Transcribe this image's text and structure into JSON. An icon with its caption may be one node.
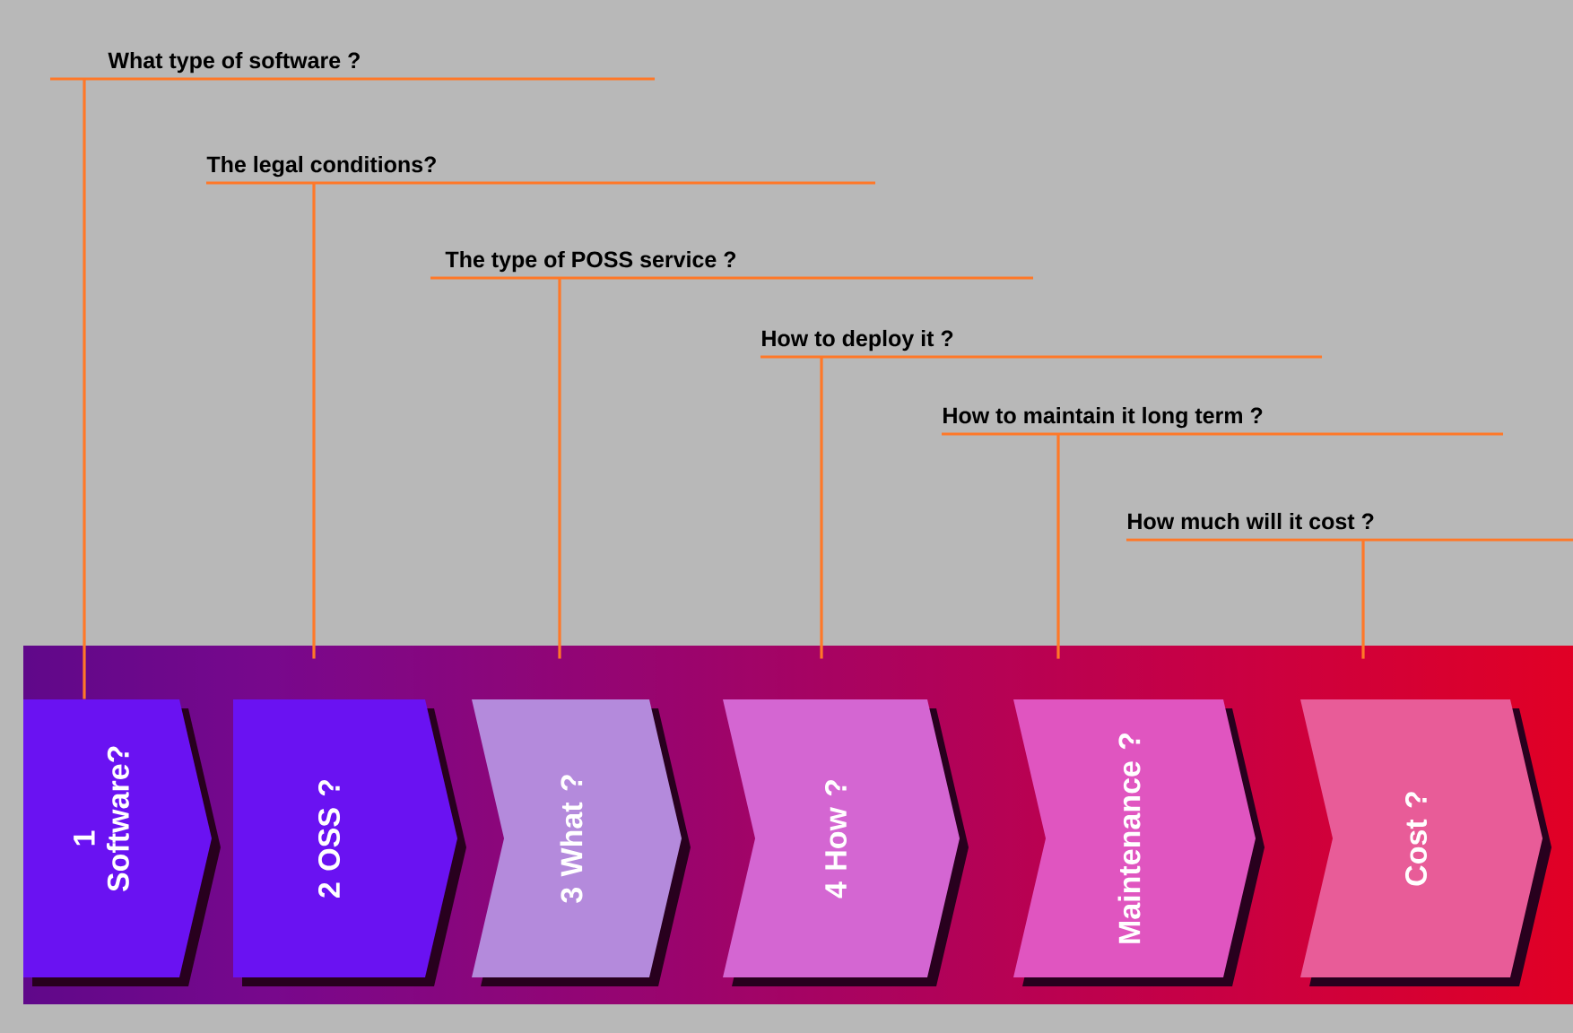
{
  "diagram": {
    "nodes": [
      {
        "text": [
          "What type of software ?"
        ]
      },
      {
        "text": [
          "The legal conditions?"
        ]
      },
      {
        "text": [
          "The type of POSS service ?"
        ]
      },
      {
        "text": [
          "How to deploy it ?"
        ]
      },
      {
        "text": [
          "How to maintain it long term ?"
        ]
      },
      {
        "text": [
          "How much will it cost ?"
        ]
      },
      {
        "text": [
          "1 Software?"
        ]
      },
      {
        "text": [
          "2 OSS ?"
        ]
      },
      {
        "text": [
          "3 What ?"
        ]
      },
      {
        "text": [
          "4 How ?"
        ]
      },
      {
        "text": [
          "Maintenance ?"
        ]
      },
      {
        "text": [
          "Cost ?"
        ]
      }
    ],
    "edges": [
      {
        "from": 0,
        "to": 6,
        "arrow": "none"
      },
      {
        "from": 1,
        "to": 7,
        "arrow": "none"
      },
      {
        "from": 2,
        "to": 8,
        "arrow": "none"
      },
      {
        "from": 3,
        "to": 9,
        "arrow": "none"
      },
      {
        "from": 4,
        "to": 10,
        "arrow": "none"
      },
      {
        "from": 5,
        "to": 11,
        "arrow": "none"
      }
    ]
  }
}
